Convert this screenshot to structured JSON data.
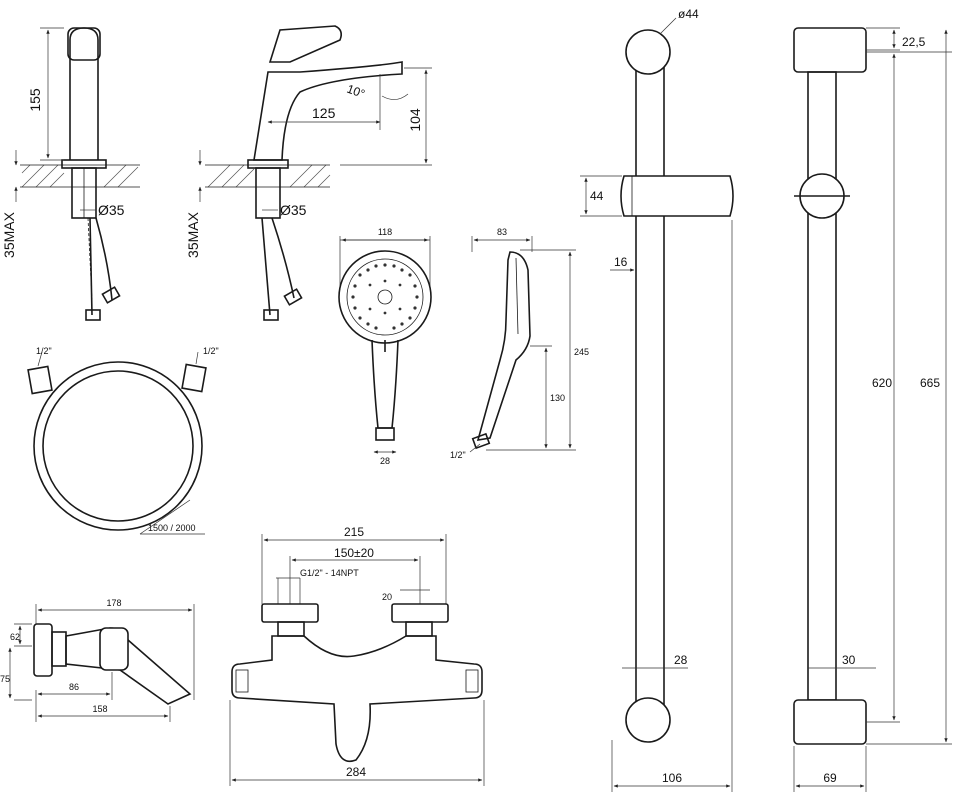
{
  "basin_front": {
    "height": "155",
    "depth_max": "35MAX",
    "hole_dia": "Ø35"
  },
  "basin_side": {
    "reach": "125",
    "angle": "10°",
    "spout_height": "104",
    "depth_max": "35MAX",
    "hole_dia": "Ø35"
  },
  "hand_shower_front": {
    "width": "118",
    "connector": "28"
  },
  "hand_shower_side": {
    "depth": "83",
    "total_length": "245",
    "handle_length": "130",
    "thread": "1/2\""
  },
  "hose": {
    "end_left": "1/2\"",
    "end_right": "1/2\"",
    "length": "1500 / 2000"
  },
  "bath_spout": {
    "overall": "178",
    "body_height": "62",
    "total_height": "75",
    "spout_reach": "86",
    "reach": "158"
  },
  "thermostatic_mixer": {
    "overall_width": "215",
    "centers": "150±20",
    "thread": "G1/2\" - 14NPT",
    "projection": "20",
    "body_width": "284"
  },
  "slide_bar_front": {
    "rail_dia": "ø44",
    "holder_height": "44",
    "rail_width": "16",
    "bottom_width": "28",
    "total_width": "106"
  },
  "slide_bar_side": {
    "top_depth": "22,5",
    "rail_length": "620",
    "total_length": "665",
    "bottom_depth": "30",
    "total_depth": "69"
  }
}
